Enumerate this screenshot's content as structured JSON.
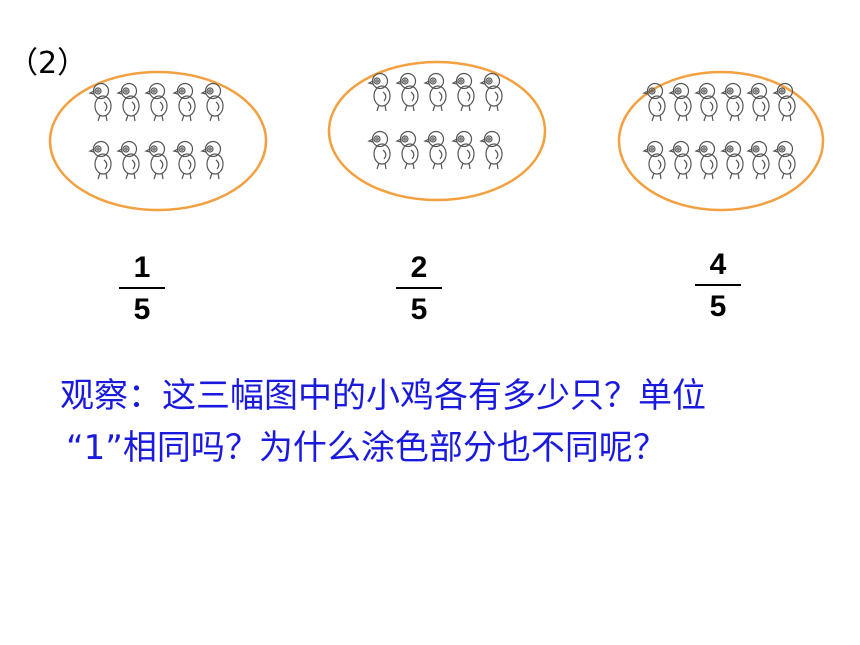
{
  "problem_label": "（2）",
  "groups": [
    {
      "chicks_per_row": 5,
      "rows": 2,
      "fraction": {
        "numerator": "1",
        "denominator": "5"
      }
    },
    {
      "chicks_per_row": 5,
      "rows": 2,
      "fraction": {
        "numerator": "2",
        "denominator": "5"
      }
    },
    {
      "chicks_per_row": 6,
      "rows": 2,
      "fraction": {
        "numerator": "4",
        "denominator": "5"
      }
    }
  ],
  "colors": {
    "ellipse_stroke": "#f2a040",
    "question_text": "#1a1adf",
    "chick_stroke": "#555555"
  },
  "question": {
    "line1": "观察：这三幅图中的小鸡各有多少只？单位",
    "line2": "“1”相同吗？为什么涂色部分也不同呢？"
  }
}
